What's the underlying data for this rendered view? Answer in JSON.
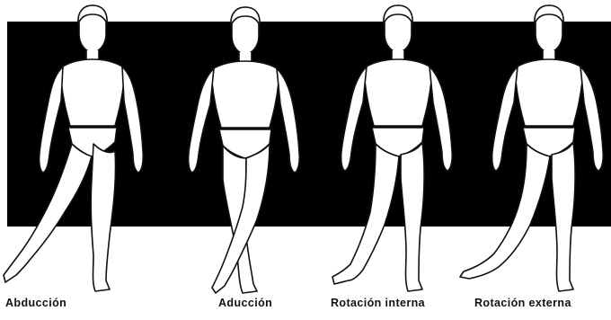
{
  "colors": {
    "backdrop": "#000000",
    "figure_fill": "#ffffff",
    "outline": "#111111",
    "background": "#ffffff"
  },
  "figures": [
    {
      "id": "abduccion",
      "label": "Abducción",
      "movement": "abduction"
    },
    {
      "id": "aduccion",
      "label": "Aducción",
      "movement": "adduction"
    },
    {
      "id": "rotacion-interna",
      "label": "Rotación interna",
      "movement": "internal-rotation"
    },
    {
      "id": "rotacion-externa",
      "label": "Rotación externa",
      "movement": "external-rotation"
    }
  ]
}
